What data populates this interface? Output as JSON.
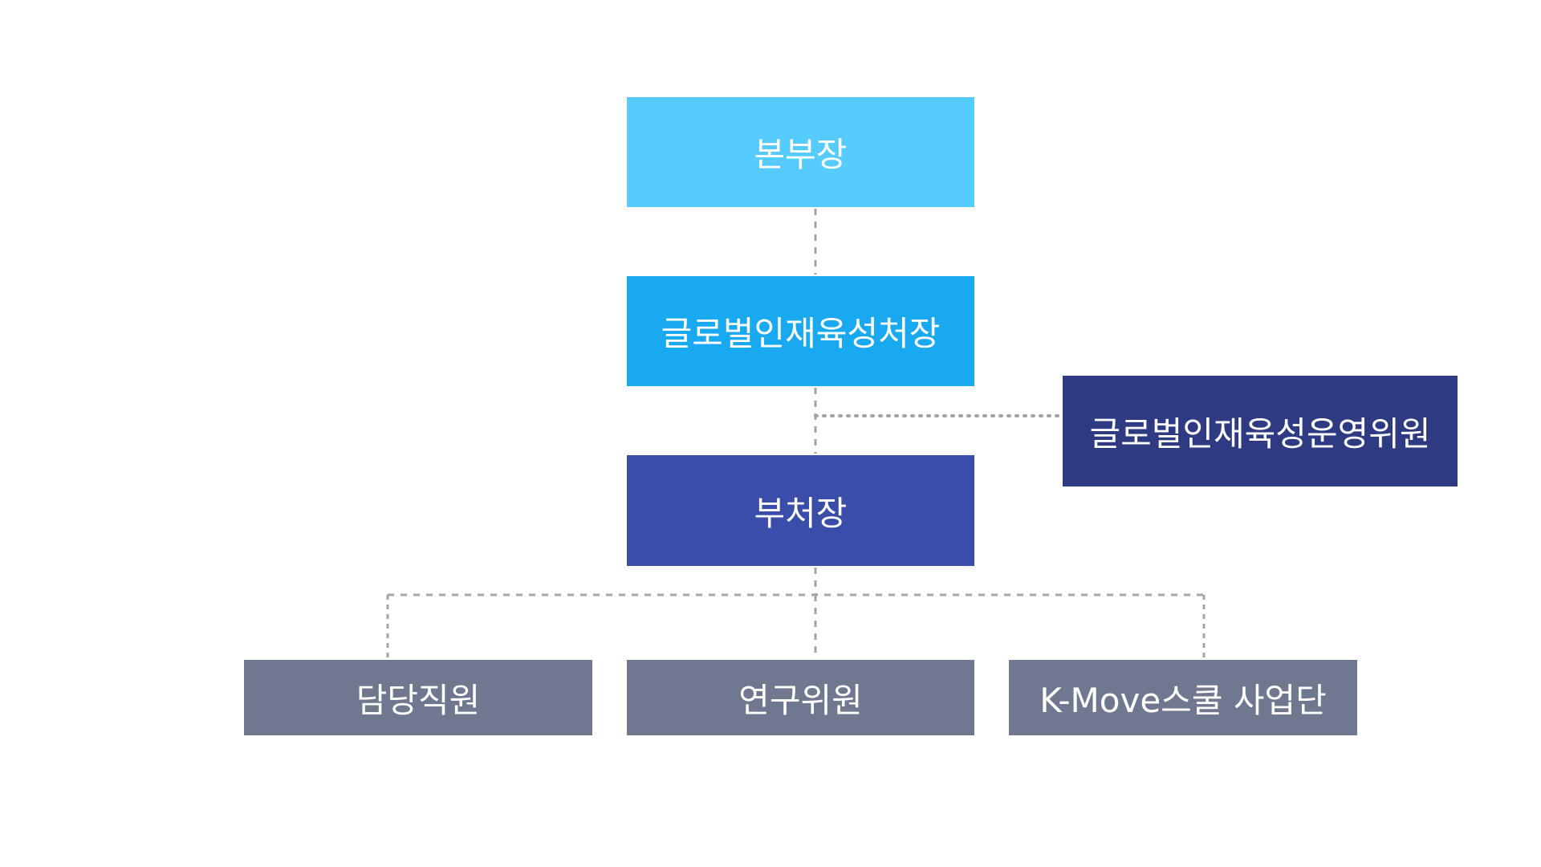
{
  "nodes": {
    "head": {
      "label": "본부장",
      "color": "#56CBFE"
    },
    "director": {
      "label": "글로벌인재육성처장",
      "color": "#19A9F0"
    },
    "committee": {
      "label": "글로벌인재육성운영위원",
      "color": "#2E3A82"
    },
    "deputy": {
      "label": "부처장",
      "color": "#3A4DA8"
    },
    "staff": {
      "label": "담당직원",
      "color": "#6F788E"
    },
    "research": {
      "label": "연구위원",
      "color": "#6F788E"
    },
    "kmove": {
      "label": "K-Move스쿨 사업단",
      "color": "#6F788E"
    }
  },
  "connector_color": "#A5A5A5"
}
